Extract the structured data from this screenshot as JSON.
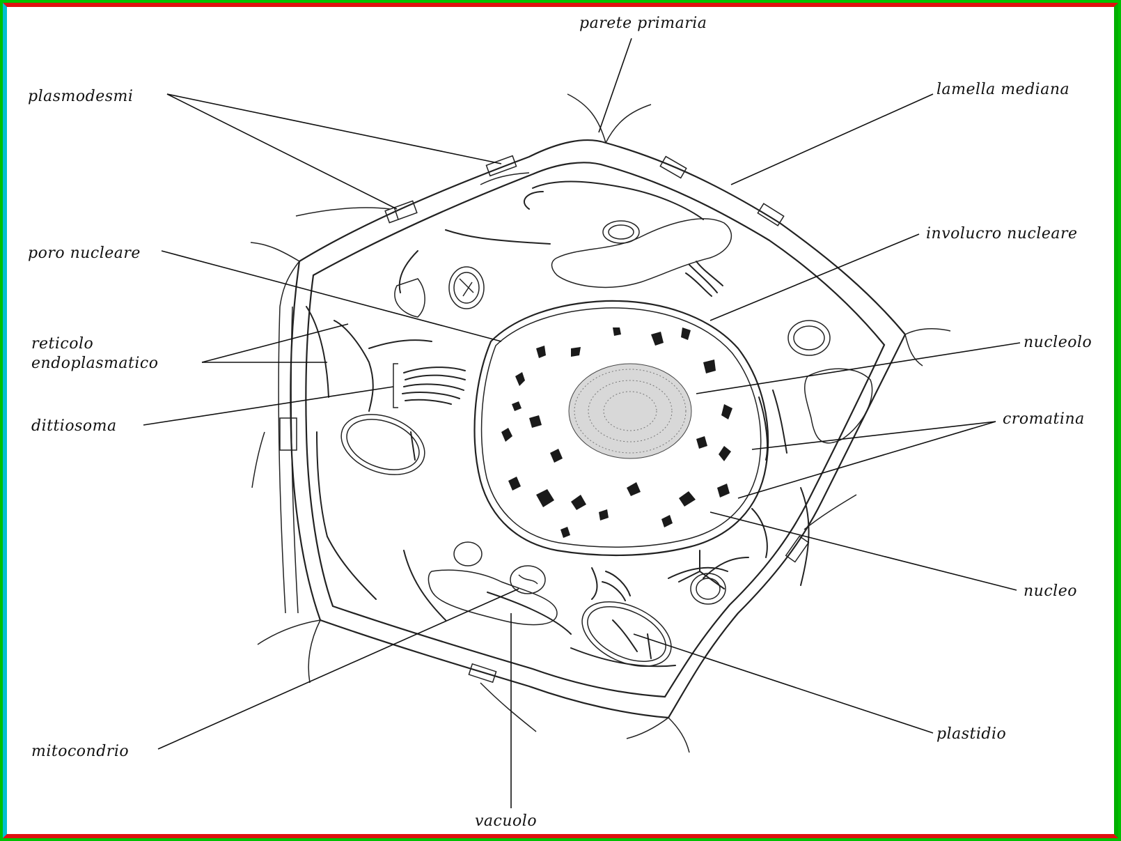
{
  "labels": {
    "parete_primaria": "parete primaria",
    "plasmodesmi": "plasmodesmi",
    "lamella_mediana": "lamella mediana",
    "poro_nucleare": "poro nucleare",
    "involucro_nucleare": "involucro nucleare",
    "reticolo_line1": "reticolo",
    "reticolo_line2": "endoplasmatico",
    "nucleolo": "nucleolo",
    "dittiosoma": "dittiosoma",
    "cromatina": "cromatina",
    "nucleo": "nucleo",
    "mitocondrio": "mitocondrio",
    "plastidio": "plastidio",
    "vacuolo": "vacuolo"
  },
  "colors": {
    "frame_outer": "#00c000",
    "frame_red": "#e01010",
    "frame_cyan": "#00c0d0",
    "ink": "#111111"
  }
}
